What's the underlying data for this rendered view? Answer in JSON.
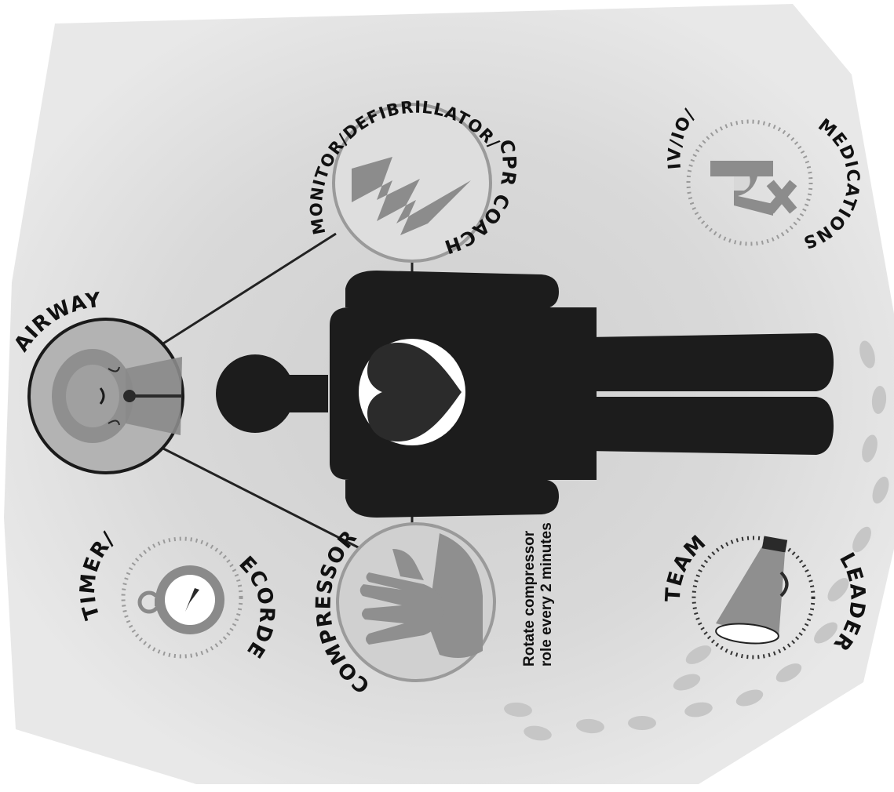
{
  "roles": {
    "airway": {
      "label": "AIRWAY"
    },
    "monitor": {
      "label_line1": "MONITOR/DEFIBRILLATOR/",
      "label_line2": "CPR COACH"
    },
    "medications": {
      "label_line1": "IV/IO/",
      "label_line2": "MEDICATIONS"
    },
    "timer": {
      "label_line1": "TIMER/",
      "label_line2": "RECORDER"
    },
    "compressor": {
      "label": "COMPRESSOR"
    },
    "team_leader": {
      "label_line1": "TEAM",
      "label_line2": "LEADER"
    }
  },
  "note": {
    "line1": "Rotate compressor",
    "line2": "role every 2 minutes"
  },
  "icons": {
    "medications": "rx-icon",
    "monitor": "lightning-bolt-icon",
    "airway": "face-icon",
    "timer": "stopwatch-icon",
    "compressor": "hands-icon",
    "team_leader": "megaphone-icon"
  },
  "colors": {
    "background": "#dcdcdc",
    "figure": "#1a1a1a",
    "heart": "#2b2b2b",
    "icon_gray": "#8a8a8a",
    "footprints": "#c4c4c4"
  }
}
